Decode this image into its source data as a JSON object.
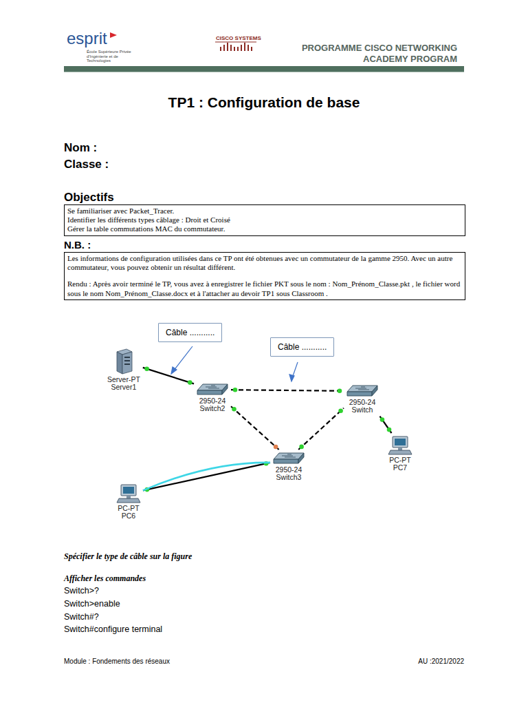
{
  "diagram": {
    "title": "TP1 : Configuration de base",
    "nodes": [
      {
        "text": [
          "Se familiariser avec Packet_Tracer.",
          "Identifier les différents types câblage : Droit et Croisé",
          "Gérer la table commutations MAC du commutateur."
        ]
      },
      {
        "text": [
          "Les informations de configuration utilisées dans ce TP ont été obtenues avec un commutateur de la gamme 2950. Avec un autre commutateur, vous pouvez obtenir un résultat différent.",
          "Rendu : Après avoir terminé le TP, vous avez à enregistrer le fichier PKT sous le nom : Nom_Prénom_Classe.pkt , le fichier word sous le nom Nom_Prénom_Classe.docx et à l'attacher au devoir TP1 sous Classroom ."
        ]
      },
      {
        "text": [
          "Câble ..........."
        ]
      },
      {
        "text": [
          "Câble ..........."
        ]
      },
      {
        "text": [
          "Server-PT",
          "Server1"
        ]
      },
      {
        "text": [
          "2950-24",
          "Switch2"
        ]
      },
      {
        "text": [
          "2950-24",
          "Switch"
        ]
      },
      {
        "text": [
          "2950-24",
          "Switch3"
        ]
      },
      {
        "text": [
          "PC-PT",
          "PC7"
        ]
      },
      {
        "text": [
          "PC-PT",
          "PC6"
        ]
      }
    ],
    "edges": [
      {
        "from": 4,
        "to": 5,
        "arrow": "none"
      },
      {
        "from": 5,
        "to": 6,
        "arrow": "none"
      },
      {
        "from": 5,
        "to": 7,
        "arrow": "none"
      },
      {
        "from": 7,
        "to": 6,
        "arrow": "none"
      },
      {
        "from": 6,
        "to": 8,
        "arrow": "none"
      },
      {
        "from": 9,
        "to": 7,
        "arrow": "none"
      },
      {
        "from": 9,
        "to": 7,
        "arrow": "none"
      }
    ],
    "labels": [
      "esprit",
      "École Supérieure Privée d'Ingénierie et de Technologies",
      "CISCO SYSTEMS",
      "PROGRAMME CISCO NETWORKING",
      "ACADEMY PROGRAM",
      "Nom :",
      "Classe :",
      "Objectifs",
      "N.B. :",
      "Spécifier le type de câble sur la figure",
      "Afficher les commandes",
      "Switch>?",
      "Switch>enable",
      "Switch#?",
      "Switch#configure terminal",
      "Module : Fondements des réseaux",
      "AU :2021/2022"
    ]
  }
}
